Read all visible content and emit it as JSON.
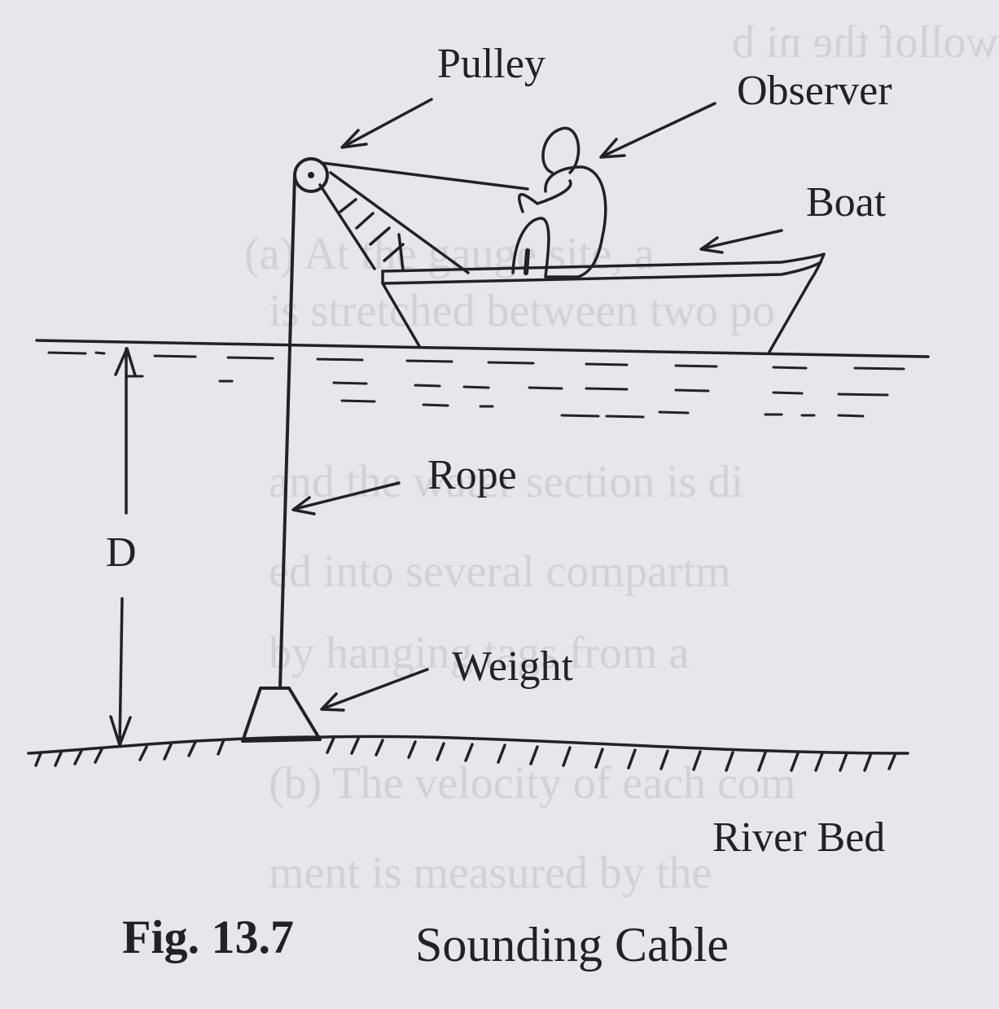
{
  "labels": {
    "pulley": "Pulley",
    "observer": "Observer",
    "boat": "Boat",
    "rope": "Rope",
    "depth": "D",
    "weight": "Weight",
    "river_bed": "River Bed"
  },
  "caption": {
    "number": "Fig. 13.7",
    "title": "Sounding Cable"
  },
  "colors": {
    "paper": "#e6e6ec",
    "ink": "#222226",
    "bleed_through": "#c8c8d0"
  }
}
